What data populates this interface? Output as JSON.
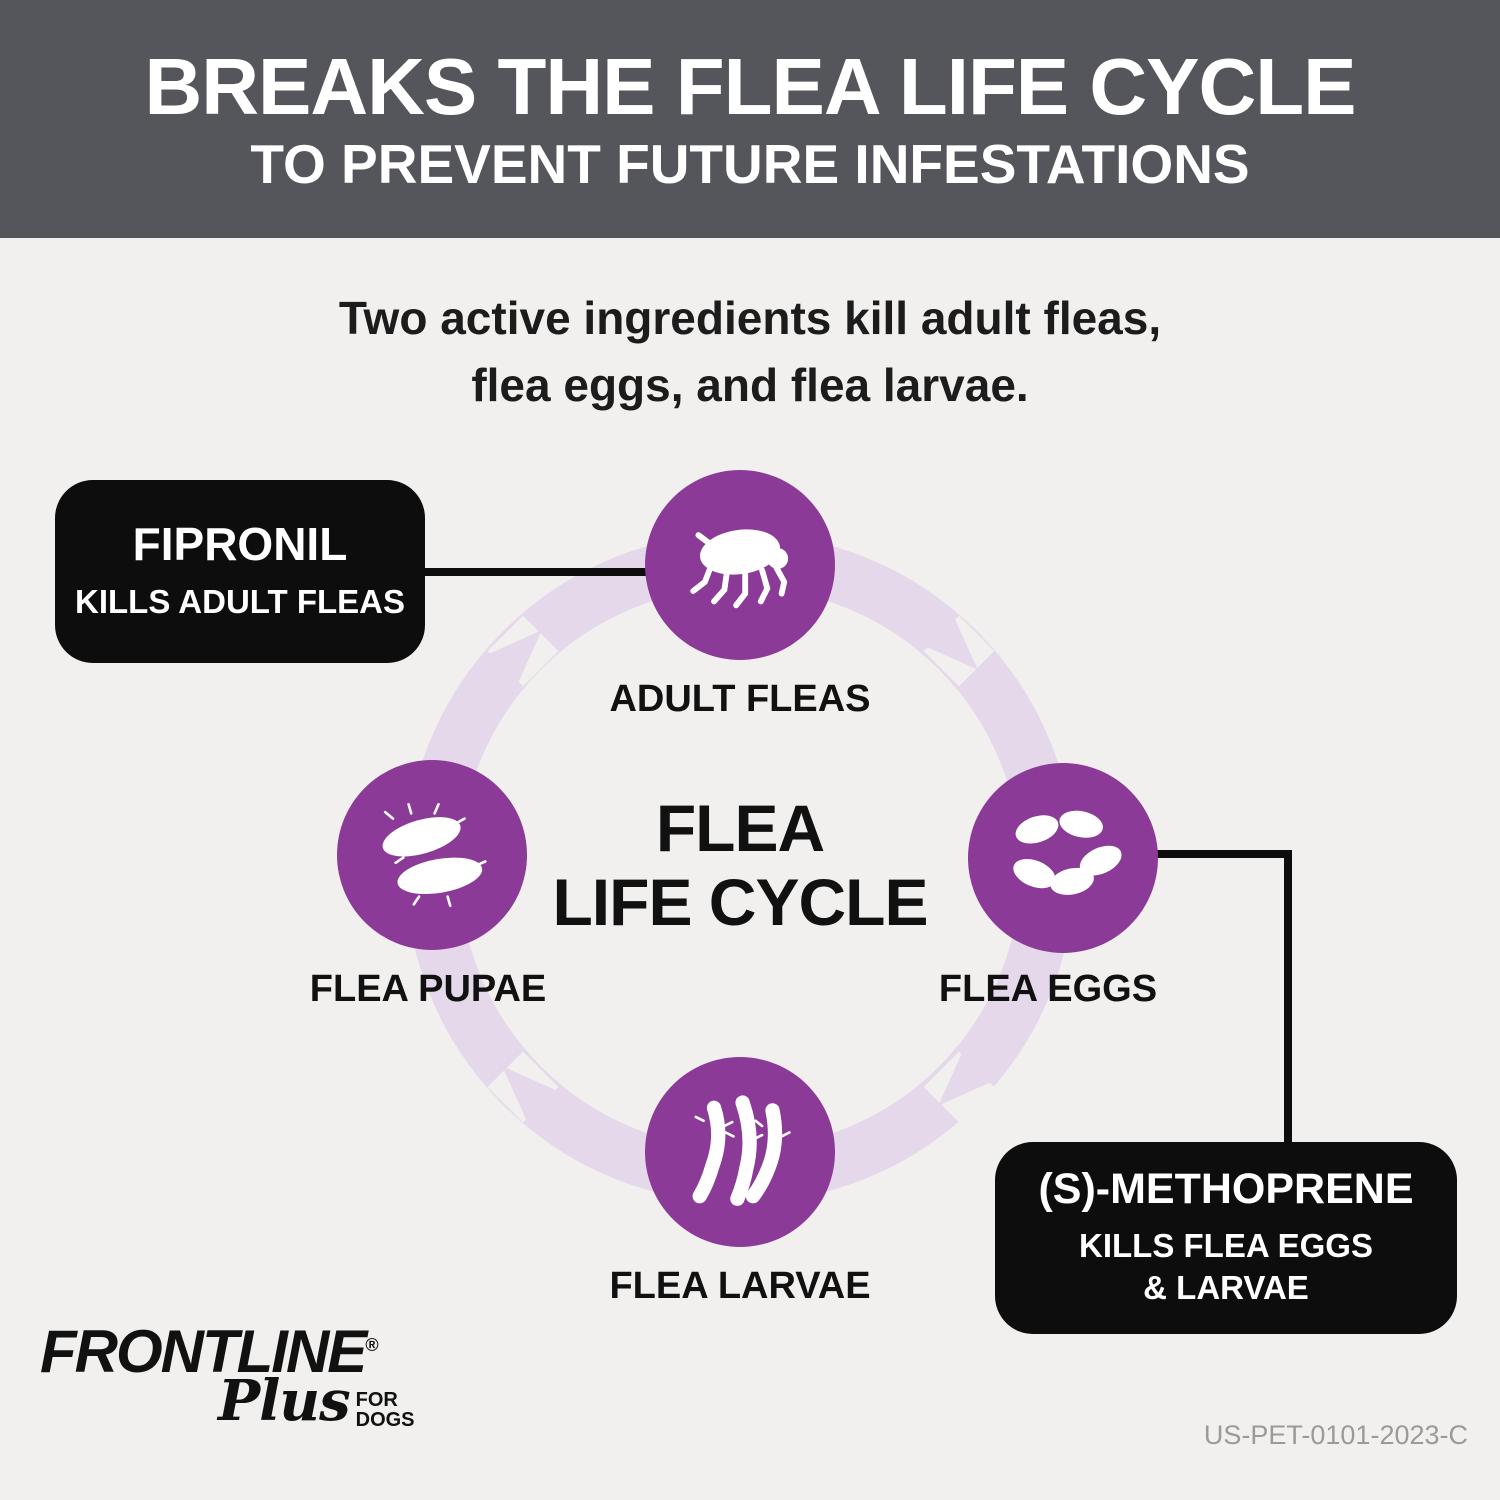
{
  "header": {
    "title": "BREAKS THE FLEA LIFE CYCLE",
    "subtitle": "TO PREVENT FUTURE INFESTATIONS"
  },
  "intro": {
    "line1": "Two active ingredients kill adult fleas,",
    "line2": "flea eggs, and flea larvae."
  },
  "cycle": {
    "center_line1": "FLEA",
    "center_line2": "LIFE CYCLE",
    "stages": [
      {
        "label": "ADULT FLEAS",
        "icon": "adult-flea-icon"
      },
      {
        "label": "FLEA EGGS",
        "icon": "flea-eggs-icon"
      },
      {
        "label": "FLEA LARVAE",
        "icon": "flea-larvae-icon"
      },
      {
        "label": "FLEA PUPAE",
        "icon": "flea-pupae-icon"
      }
    ]
  },
  "callouts": {
    "fipronil": {
      "title": "FIPRONIL",
      "subtitle": "KILLS ADULT FLEAS"
    },
    "methoprene": {
      "title": "(S)-METHOPRENE",
      "subtitle_line1": "KILLS FLEA EGGS",
      "subtitle_line2": "& LARVAE"
    }
  },
  "brand": {
    "name": "FRONTLINE",
    "registered": "®",
    "variant": "Plus",
    "for_label": "FOR",
    "animal": "DOGS"
  },
  "footer": {
    "code": "US-PET-0101-2023-C"
  },
  "colors": {
    "header_bg": "#55565b",
    "page_bg": "#f1f0ee",
    "purple": "#8c3a97",
    "ring": "#e5d8ea",
    "callout_bg": "#0d0d0d",
    "text_dark": "#1c1c1c",
    "footer_gray": "#9a9a9a"
  }
}
